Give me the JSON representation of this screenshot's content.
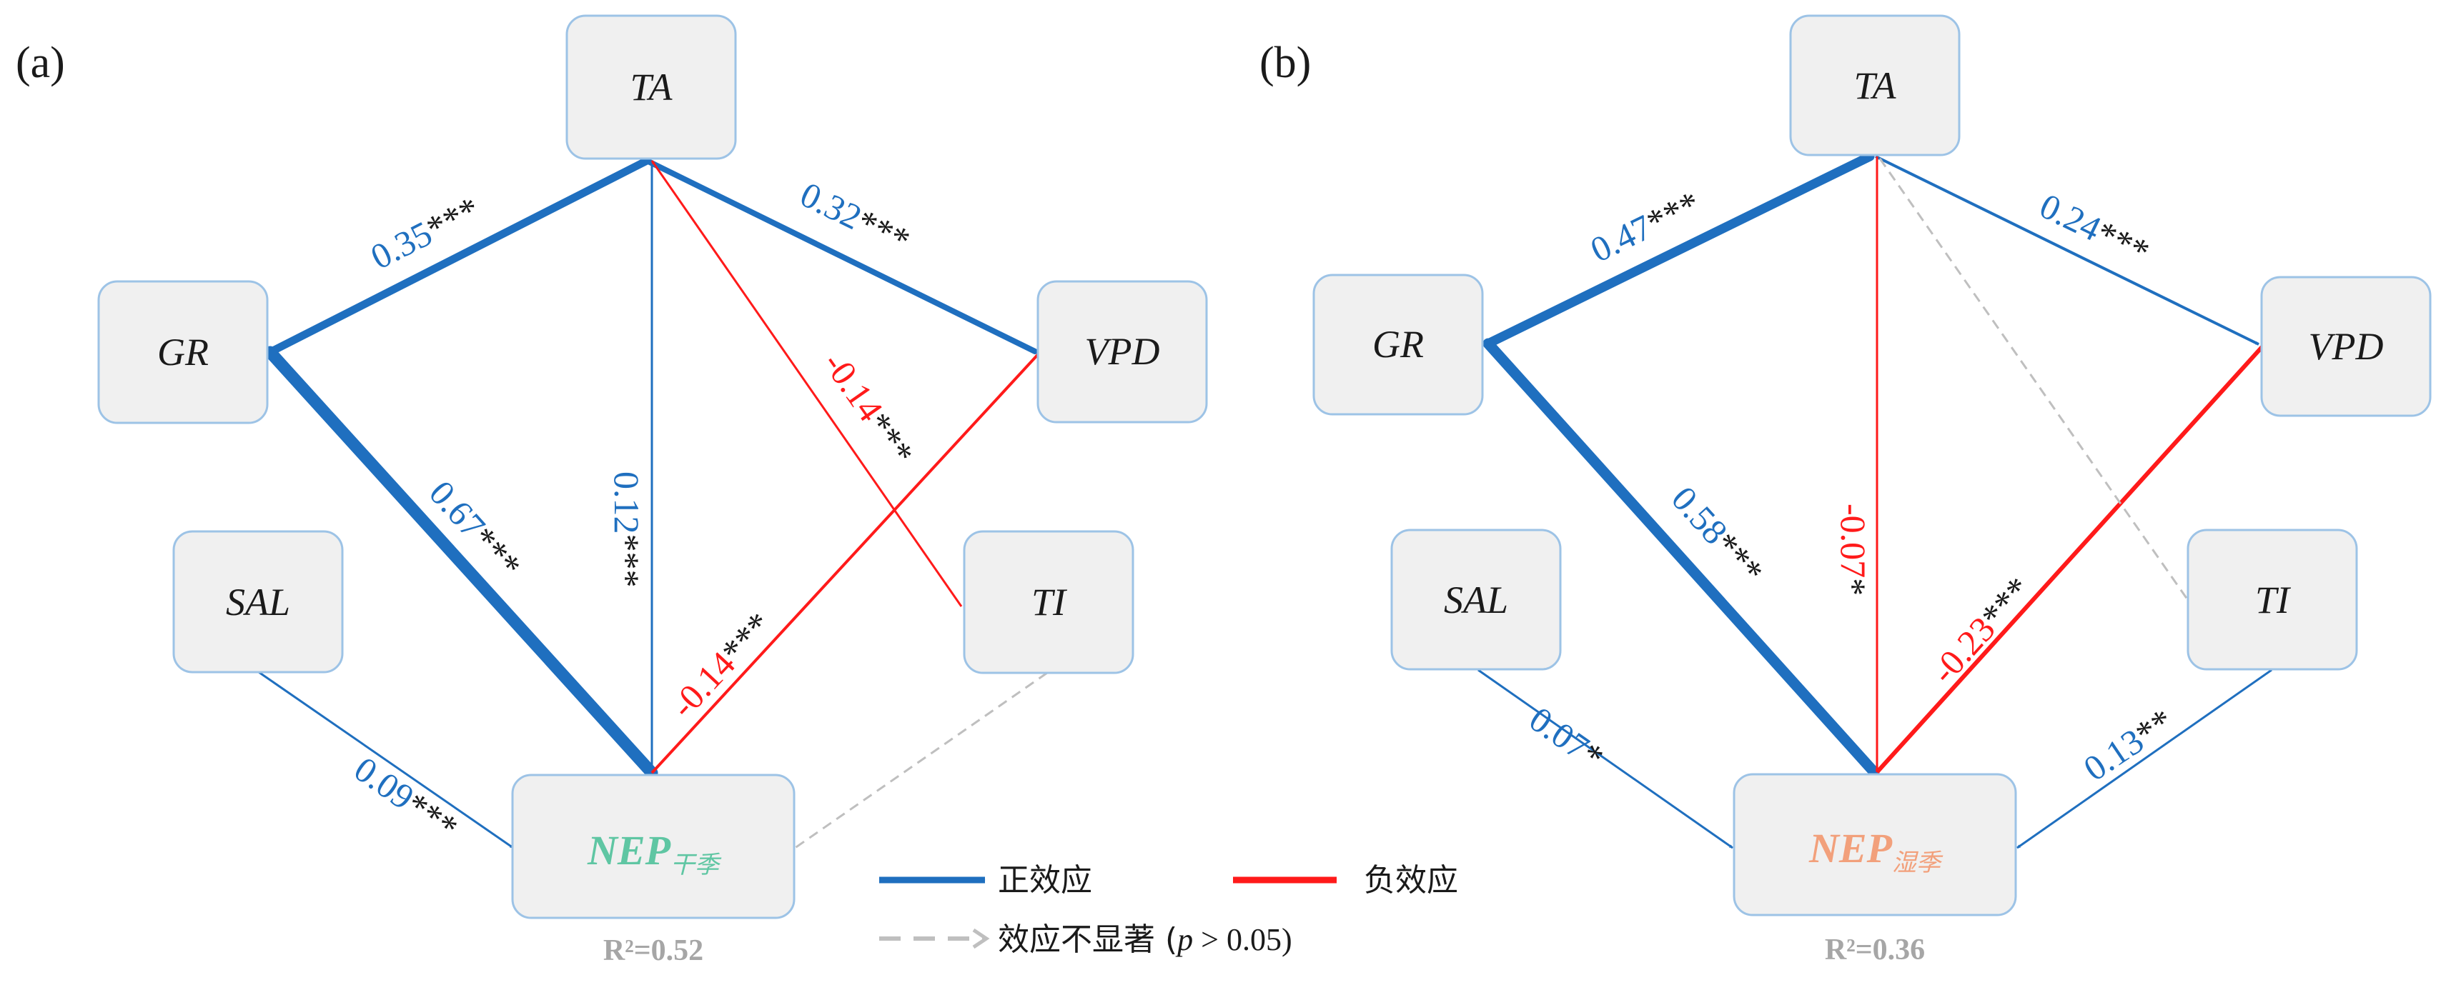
{
  "colors": {
    "positive": "#1f6fbf",
    "negative": "#ff1a1a",
    "nonsig": "#bfbfbf",
    "box_fill": "#f0f0f0",
    "box_stroke": "#9dc3e6",
    "nep_dry": "#5fc6a3",
    "nep_wet": "#f2a07b"
  },
  "panels": [
    {
      "label": "(a)",
      "nodes": {
        "TA": "TA",
        "GR": "GR",
        "VPD": "VPD",
        "SAL": "SAL",
        "TI": "TI",
        "NEP_main": "NEP",
        "NEP_sub": "干季"
      },
      "r2": "R²=0.52",
      "paths": [
        {
          "id": "gr-ta",
          "value": "0.35",
          "stars": "***",
          "effect": "positive"
        },
        {
          "id": "ta-vpd",
          "value": "0.32",
          "stars": "***",
          "effect": "positive"
        },
        {
          "id": "gr-nep",
          "value": "0.67",
          "stars": "***",
          "effect": "positive"
        },
        {
          "id": "ta-nep",
          "value": "0.12",
          "stars": "***",
          "effect": "positive"
        },
        {
          "id": "ti-ta",
          "value": "-0.14",
          "stars": "***",
          "effect": "negative"
        },
        {
          "id": "vpd-nep",
          "value": "-0.14",
          "stars": "***",
          "effect": "negative"
        },
        {
          "id": "sal-nep",
          "value": "0.09",
          "stars": "***",
          "effect": "positive"
        },
        {
          "id": "ti-nep",
          "value": "",
          "stars": "",
          "effect": "nonsig"
        }
      ]
    },
    {
      "label": "(b)",
      "nodes": {
        "TA": "TA",
        "GR": "GR",
        "VPD": "VPD",
        "SAL": "SAL",
        "TI": "TI",
        "NEP_main": "NEP",
        "NEP_sub": "湿季"
      },
      "r2": "R²=0.36",
      "paths": [
        {
          "id": "gr-ta",
          "value": "0.47",
          "stars": "***",
          "effect": "positive"
        },
        {
          "id": "ta-vpd",
          "value": "0.24",
          "stars": "***",
          "effect": "positive"
        },
        {
          "id": "gr-nep",
          "value": "0.58",
          "stars": "***",
          "effect": "positive"
        },
        {
          "id": "ta-nep",
          "value": "-0.07",
          "stars": "*",
          "effect": "negative"
        },
        {
          "id": "vpd-nep",
          "value": "-0.23",
          "stars": "***",
          "effect": "negative"
        },
        {
          "id": "sal-nep",
          "value": "0.07",
          "stars": "*",
          "effect": "positive"
        },
        {
          "id": "ti-nep",
          "value": "0.13",
          "stars": "**",
          "effect": "positive"
        },
        {
          "id": "ta-ti",
          "value": "",
          "stars": "",
          "effect": "nonsig"
        }
      ]
    }
  ],
  "legend": {
    "positive": "正效应",
    "negative": "负效应",
    "nonsig_prefix": "效应不显著 (",
    "nonsig_p": "p",
    "nonsig_suffix": " > 0.05)"
  }
}
